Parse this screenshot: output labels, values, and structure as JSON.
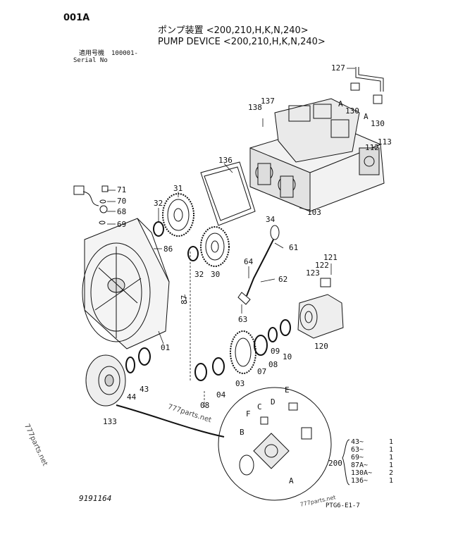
{
  "header": {
    "code": "001A",
    "title_jp": "ポンプ装置 <200,210,H,K,N,240>",
    "title_en": "PUMP DEVICE <200,210,H,K,N,240>",
    "serial_label_jp": "適用号機",
    "serial_label_en": "Serial No",
    "serial_value": "100001-"
  },
  "callouts": [
    {
      "id": "c127",
      "label": "127"
    },
    {
      "id": "c130a",
      "label": "130"
    },
    {
      "id": "c130b",
      "label": "130"
    },
    {
      "id": "c113",
      "label": "113"
    },
    {
      "id": "c112",
      "label": "112"
    },
    {
      "id": "c138",
      "label": "138"
    },
    {
      "id": "c137",
      "label": "137"
    },
    {
      "id": "c136",
      "label": "136"
    },
    {
      "id": "c103",
      "label": "103"
    },
    {
      "id": "c31",
      "label": "31"
    },
    {
      "id": "c32a",
      "label": "32"
    },
    {
      "id": "c32b",
      "label": "32"
    },
    {
      "id": "c34",
      "label": "34"
    },
    {
      "id": "c30",
      "label": "30"
    },
    {
      "id": "c71",
      "label": "71"
    },
    {
      "id": "c70",
      "label": "70"
    },
    {
      "id": "c68",
      "label": "68"
    },
    {
      "id": "c69",
      "label": "69"
    },
    {
      "id": "c86",
      "label": "86"
    },
    {
      "id": "c61",
      "label": "61"
    },
    {
      "id": "c64",
      "label": "64"
    },
    {
      "id": "c62",
      "label": "62"
    },
    {
      "id": "c63",
      "label": "63"
    },
    {
      "id": "c87",
      "label": "87"
    },
    {
      "id": "c121",
      "label": "121"
    },
    {
      "id": "c122",
      "label": "122"
    },
    {
      "id": "c123",
      "label": "123"
    },
    {
      "id": "c120",
      "label": "120"
    },
    {
      "id": "c01",
      "label": "01"
    },
    {
      "id": "c07",
      "label": "07"
    },
    {
      "id": "c08a",
      "label": "08"
    },
    {
      "id": "c09",
      "label": "09"
    },
    {
      "id": "c10",
      "label": "10"
    },
    {
      "id": "c03",
      "label": "03"
    },
    {
      "id": "c04",
      "label": "04"
    },
    {
      "id": "c08b",
      "label": "08"
    },
    {
      "id": "c43",
      "label": "43"
    },
    {
      "id": "c44",
      "label": "44"
    },
    {
      "id": "c133",
      "label": "133"
    },
    {
      "id": "cE",
      "label": "E"
    },
    {
      "id": "cC",
      "label": "C"
    },
    {
      "id": "cD",
      "label": "D"
    },
    {
      "id": "cF",
      "label": "F"
    },
    {
      "id": "cB",
      "label": "B"
    },
    {
      "id": "cA1",
      "label": "A"
    },
    {
      "id": "cA2",
      "label": "A"
    },
    {
      "id": "cA3",
      "label": "A"
    }
  ],
  "kit": {
    "code": "200",
    "items": [
      {
        "part": "43~",
        "qty": "1"
      },
      {
        "part": "63~",
        "qty": "1"
      },
      {
        "part": "69~",
        "qty": "1"
      },
      {
        "part": "87A~",
        "qty": "1"
      },
      {
        "part": "130A~",
        "qty": "2"
      },
      {
        "part": "136~",
        "qty": "1"
      }
    ]
  },
  "footer": {
    "drawing_no": "9191164",
    "sheet_ref": "PTG6-E1-7"
  },
  "watermarks": {
    "left": "777parts.net",
    "center": "777parts.net",
    "bottom": "777parts.net"
  }
}
